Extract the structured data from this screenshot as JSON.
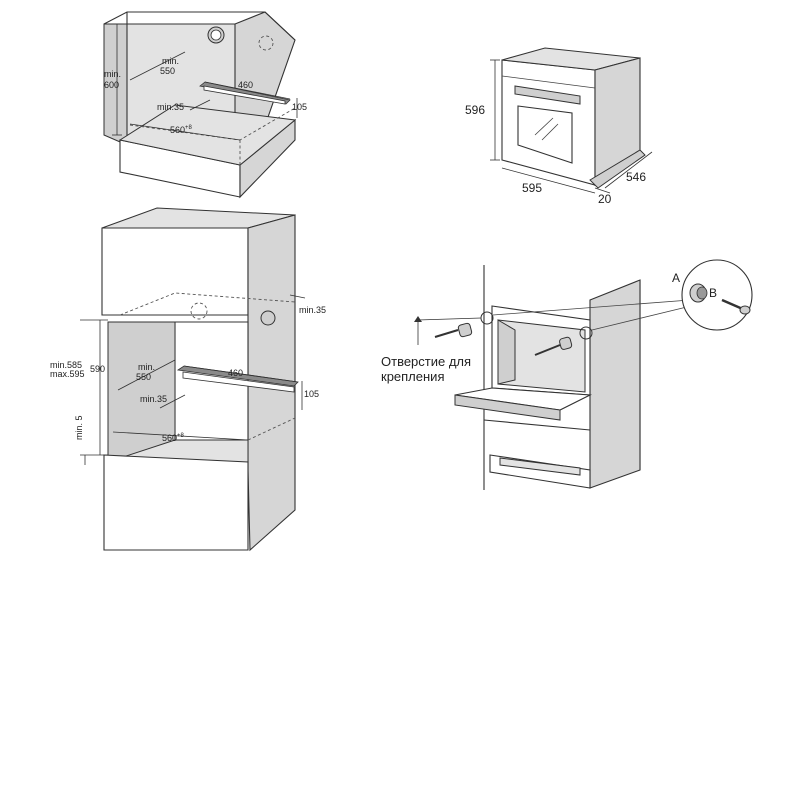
{
  "cabinet_top": {
    "min_600": "min.\n600",
    "min_550": "min.\n550",
    "w_460": "460",
    "h_105": "105",
    "min_35": "min.35",
    "w_560": "560",
    "w_560_sup": "+8"
  },
  "oven_dims": {
    "h_596": "596",
    "w_595": "595",
    "d_546": "546",
    "d_20": "20"
  },
  "cabinet_bottom": {
    "min_35_top": "min.35",
    "min_585": "min.585",
    "max_595": "max.595",
    "h_590": "590",
    "min_550": "min.\n550",
    "w_460": "460",
    "h_105": "105",
    "min_35": "min.35",
    "min_5": "min. 5",
    "w_560": "560",
    "w_560_sup": "+8"
  },
  "mounting": {
    "label_a": "A",
    "label_b": "B",
    "hole_label_1": "Отверстие для",
    "hole_label_2": "крепления"
  }
}
